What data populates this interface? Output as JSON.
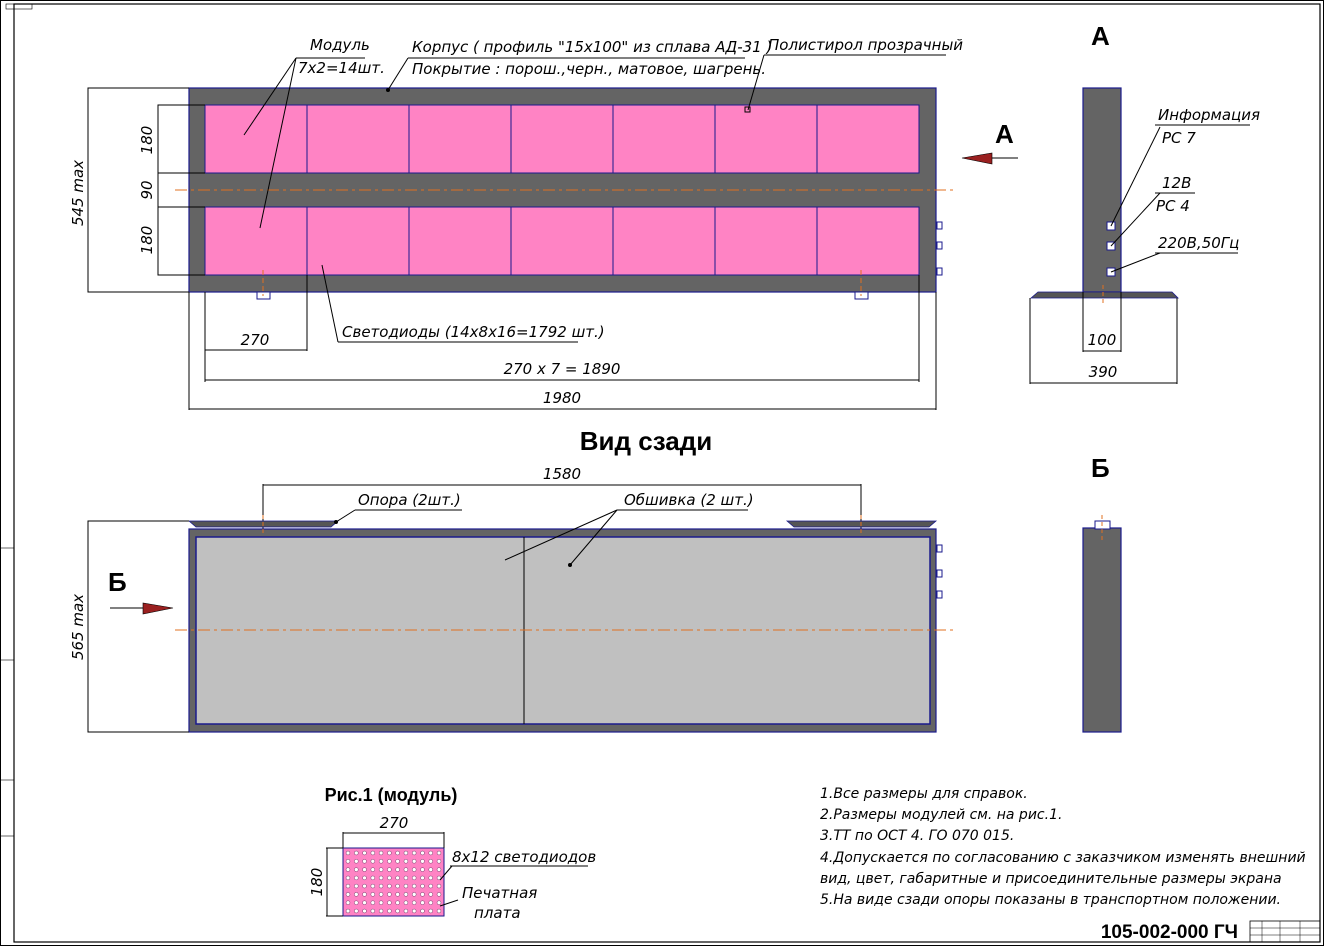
{
  "titles": {
    "view_a": "А",
    "view_b": "Б",
    "arrow_a": "А",
    "arrow_b": "Б",
    "rear_view": "Вид сзади",
    "figure1": "Рис.1 (модуль)",
    "doc_number": "105-002-000 ГЧ"
  },
  "front_labels": {
    "module_line1": "Модуль",
    "module_line2": "7х2=14шт.",
    "housing_line1": "Корпус ( профиль \"15х100\" из сплава АД-31 )",
    "housing_line2": "Покрытие : порош.,черн., матовое, шагрень.",
    "polystyrene": "Полистирол прозрачный",
    "leds": "Светодиоды (14х8х16=1792 шт.)"
  },
  "front_dims": {
    "height_max": "545 max",
    "row_top": "180",
    "gap": "90",
    "row_bottom": "180",
    "module_width": "270",
    "modules_total": "270 х 7 = 1890",
    "overall_width": "1980"
  },
  "side_a": {
    "info_line1": "Информация",
    "info_line2": "PC 7",
    "power12_line1": "12В",
    "power12_line2": "PC 4",
    "power220": "220В,50Гц",
    "depth": "100",
    "base_width": "390"
  },
  "rear_labels": {
    "support": "Опора (2шт.)",
    "sheathing": "Обшивка (2 шт.)",
    "support_spacing": "1580",
    "height_max": "565 max"
  },
  "module_fig": {
    "width": "270",
    "height": "180",
    "leds": "8х12 светодиодов",
    "pcb_line1": "Печатная",
    "pcb_line2": "плата"
  },
  "notes": [
    "1.Все размеры для справок.",
    "2.Размеры модулей см. на рис.1.",
    "3.ТТ по ОСТ 4. ГО 070 015.",
    "4.Допускается по согласованию с заказчиком изменять внешний",
    "вид, цвет, габаритные и присоединительные размеры экрана",
    "5.На виде сзади опоры показаны в транспортном положении."
  ],
  "colors": {
    "housing": "#646464",
    "module": "#ff83c4",
    "panel": "#c0c0c0",
    "outline": "#1a1a8c",
    "axis": "#e07020"
  }
}
